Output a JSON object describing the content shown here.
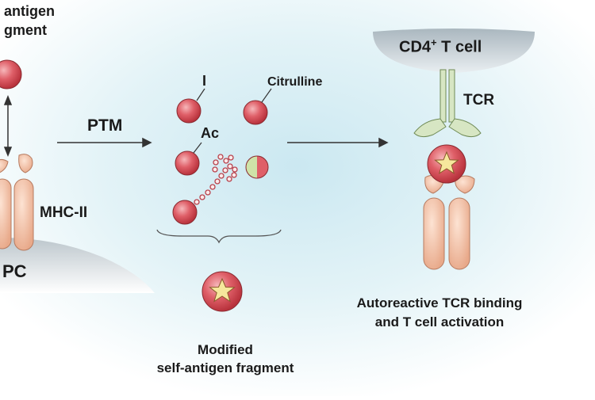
{
  "labels": {
    "self_antigen_line1": "antigen",
    "self_antigen_line2": "gment",
    "mhc": "MHC-II",
    "apc": "PC",
    "ptm": "PTM",
    "mod_i": "I",
    "mod_ac": "Ac",
    "mod_citrulline": "Citrulline",
    "modified_line1": "Modified",
    "modified_line2": "self-antigen fragment",
    "cd4_prefix": "CD4",
    "cd4_sup": "+",
    "cd4_suffix": " T cell",
    "tcr": "TCR",
    "activation_line1": "Autoreactive TCR binding",
    "activation_line2": "and T cell activation"
  },
  "colors": {
    "antigen_red": "#d9535d",
    "mhc_peach": "#f2c3a8",
    "tcr_green": "#d7e6c3",
    "star_yellow": "#f6e79c",
    "background_teal": "#d3ecf2",
    "apc_gray": "#d4d9dd"
  }
}
